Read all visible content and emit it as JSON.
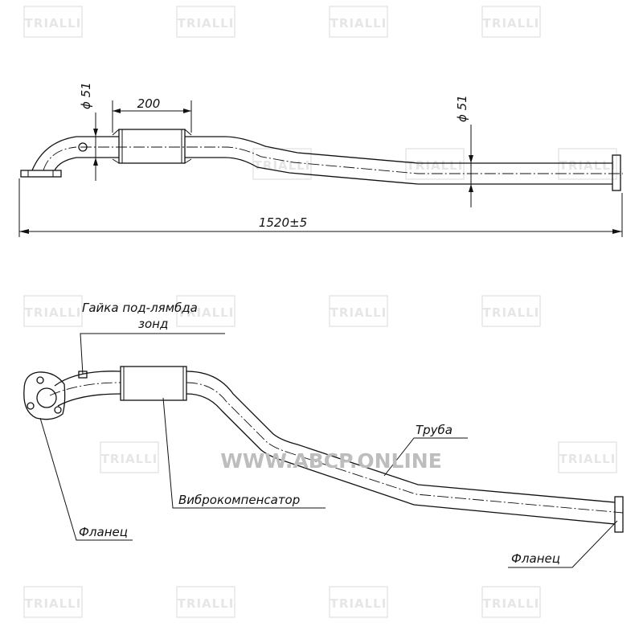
{
  "brand_watermark": "TRIALLI",
  "site_watermark": "WWW.ABCP.ONLINE",
  "dimensions": {
    "diameter_inlet": "ϕ 51",
    "diameter_outlet": "ϕ 51",
    "bellows_length": "200",
    "overall_length": "1520±5"
  },
  "labels": {
    "lambda_nut_line1": "Гайка под-лямбда",
    "lambda_nut_line2": "зонд",
    "pipe": "Труба",
    "vibration_compensator": "Виброкомпенсатор",
    "flange_left": "Фланец",
    "flange_right": "Фланец"
  },
  "colors": {
    "line": "#111111",
    "watermark": "#e6e6e6",
    "site_watermark": "#bdbdbd"
  }
}
